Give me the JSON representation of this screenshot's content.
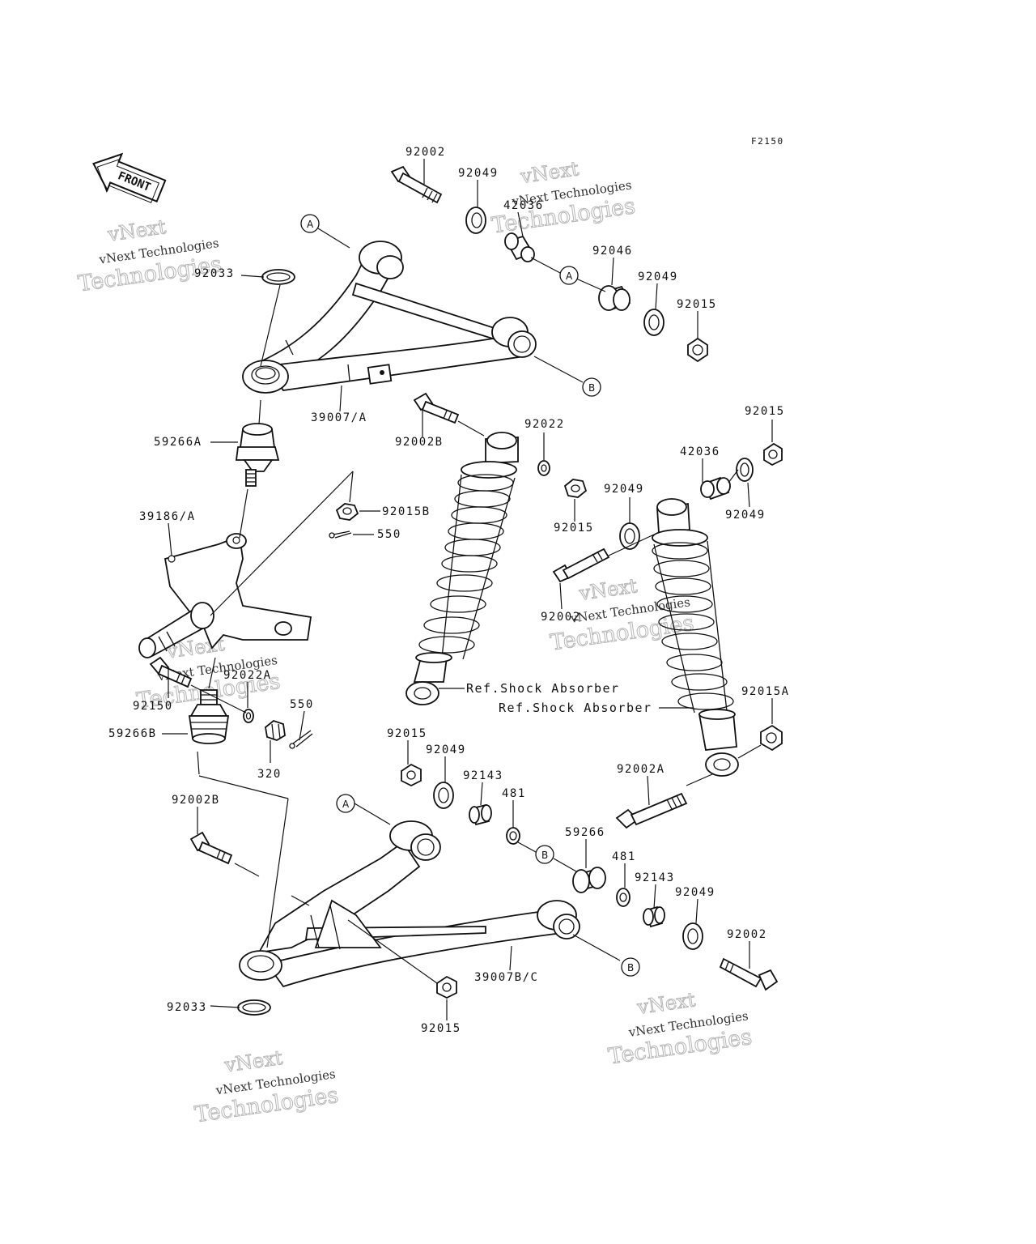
{
  "figure_code": "F2150",
  "front_arrow_label": "FRONT",
  "watermark": {
    "line1": "vNext Technologies",
    "line2": "Technologies",
    "line3": "vNext"
  },
  "callouts": {
    "A": "A",
    "B": "B"
  },
  "labels": {
    "p92002_top": "92002",
    "p92049_top": "92049",
    "p42036_top": "42036",
    "p92046": "92046",
    "p92049_b": "92049",
    "p92015_top": "92015",
    "p92033_top": "92033",
    "p39007A": "39007/A",
    "p92002B_top": "92002B",
    "p92022": "92022",
    "p92015_r1": "92015",
    "p42036_r": "42036",
    "p92049_mid": "92049",
    "p92015_mid": "92015",
    "p92049_r": "92049",
    "p59266A": "59266A",
    "p92015B": "92015B",
    "p550_top": "550",
    "p39186A": "39186/A",
    "p92002_mid": "92002",
    "ref_shock_1": "Ref.Shock Absorber",
    "ref_shock_2": "Ref.Shock Absorber",
    "p92022A": "92022A",
    "p550_low": "550",
    "p92150": "92150",
    "p59266B": "59266B",
    "p320": "320",
    "p92015_low": "92015",
    "p92049_low": "92049",
    "p92143_a": "92143",
    "p481_a": "481",
    "p92015A": "92015A",
    "p92002A": "92002A",
    "p92002B_low": "92002B",
    "p59266": "59266",
    "p481_b": "481",
    "p92143_b": "92143",
    "p92049_low2": "92049",
    "p92002_low": "92002",
    "p39007BC": "39007B/C",
    "p92033_low": "92033",
    "p92015_bottom": "92015"
  }
}
